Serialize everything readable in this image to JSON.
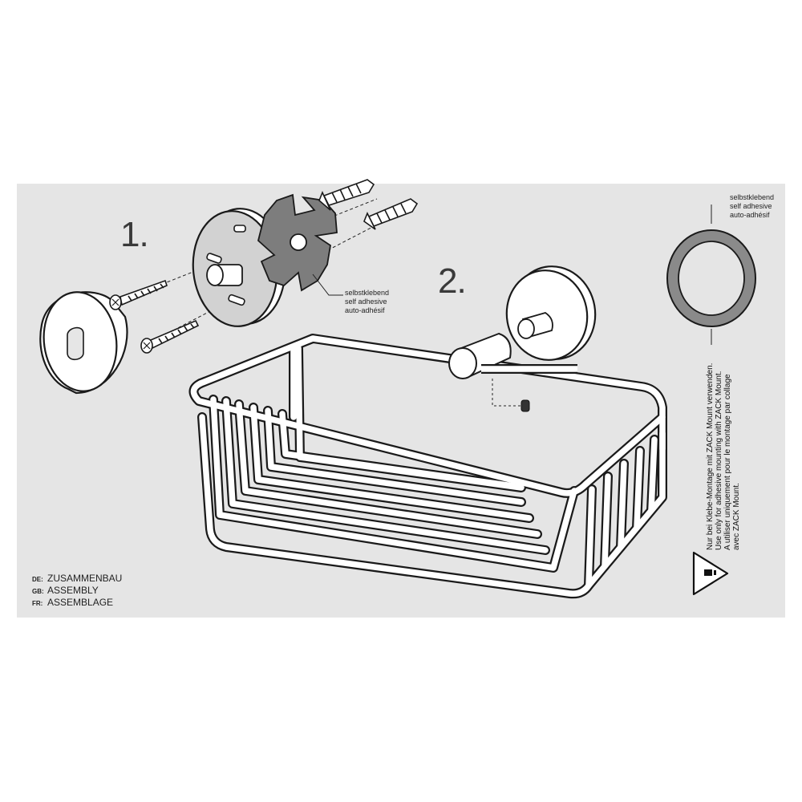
{
  "steps": [
    "1.",
    "2."
  ],
  "adhesive_label_step1": [
    "selbstklebend",
    "self adhesive",
    "auto-adhésif"
  ],
  "adhesive_label_ring": [
    "selbstklebend",
    "self adhesive",
    "auto-adhésif"
  ],
  "warning_note": [
    "Nur bei Klebe-Montage mit ZACK Mount verwenden.",
    "Use only for adhesive mounting with ZACK Mount.",
    "A utiliser uniquement pour le montage par collage",
    "avec ZACK Mount."
  ],
  "legend": [
    {
      "code": "DE:",
      "text": "ZUSAMMENBAU"
    },
    {
      "code": "GB:",
      "text": "ASSEMBLY"
    },
    {
      "code": "FR:",
      "text": "ASSEMBLAGE"
    }
  ],
  "icons": [
    "cover-cap-icon",
    "wall-plate-icon",
    "adhesive-pad-icon",
    "screw-icon",
    "wall-plug-icon",
    "wire-basket-icon",
    "grub-screw-icon",
    "adhesive-ring-icon",
    "warning-icon"
  ],
  "colors": {
    "panel": "#e5e5e5",
    "line": "#1a1a1a",
    "pad": "#7d7d7d",
    "ring": "#8a8a8a"
  }
}
